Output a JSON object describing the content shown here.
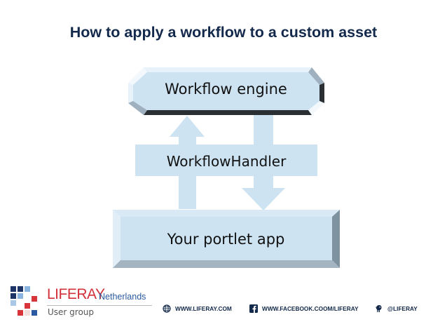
{
  "slide": {
    "title": "How to apply a workflow to a custom asset"
  },
  "diagram": {
    "nodes": [
      {
        "id": "engine",
        "label": "Workflow engine",
        "shape": "beveled-octagon"
      },
      {
        "id": "handler",
        "label": "WorkflowHandler",
        "shape": "flat-rectangle"
      },
      {
        "id": "app",
        "label": "Your portlet app",
        "shape": "beveled-rectangle"
      }
    ],
    "edges": [
      {
        "from": "app",
        "to": "engine",
        "direction": "up",
        "via": "handler"
      },
      {
        "from": "engine",
        "to": "app",
        "direction": "down",
        "via": "handler"
      }
    ],
    "colors": {
      "fill": "#cde3f2",
      "arrow": "#cde3f2",
      "bevel_light": "#e8f2fa",
      "bevel_mid": "#9fb1bf",
      "bevel_dark": "#2a2f33",
      "text": "#111111"
    }
  },
  "logo": {
    "brand": "LIFERAY",
    "region": "Netherlands",
    "subtitle": "User group",
    "brand_color": "#d2313a",
    "region_color": "#2b5aa0"
  },
  "footer": {
    "website": {
      "icon": "globe-icon",
      "text": "WWW.LIFERAY.COM"
    },
    "facebook": {
      "icon": "facebook-icon",
      "text": "WWW.FACEBOOK.COOM/LIFERAY"
    },
    "twitter": {
      "icon": "twitter-bird-icon",
      "text": "@LIFERAY"
    },
    "text_color": "#13294b"
  }
}
